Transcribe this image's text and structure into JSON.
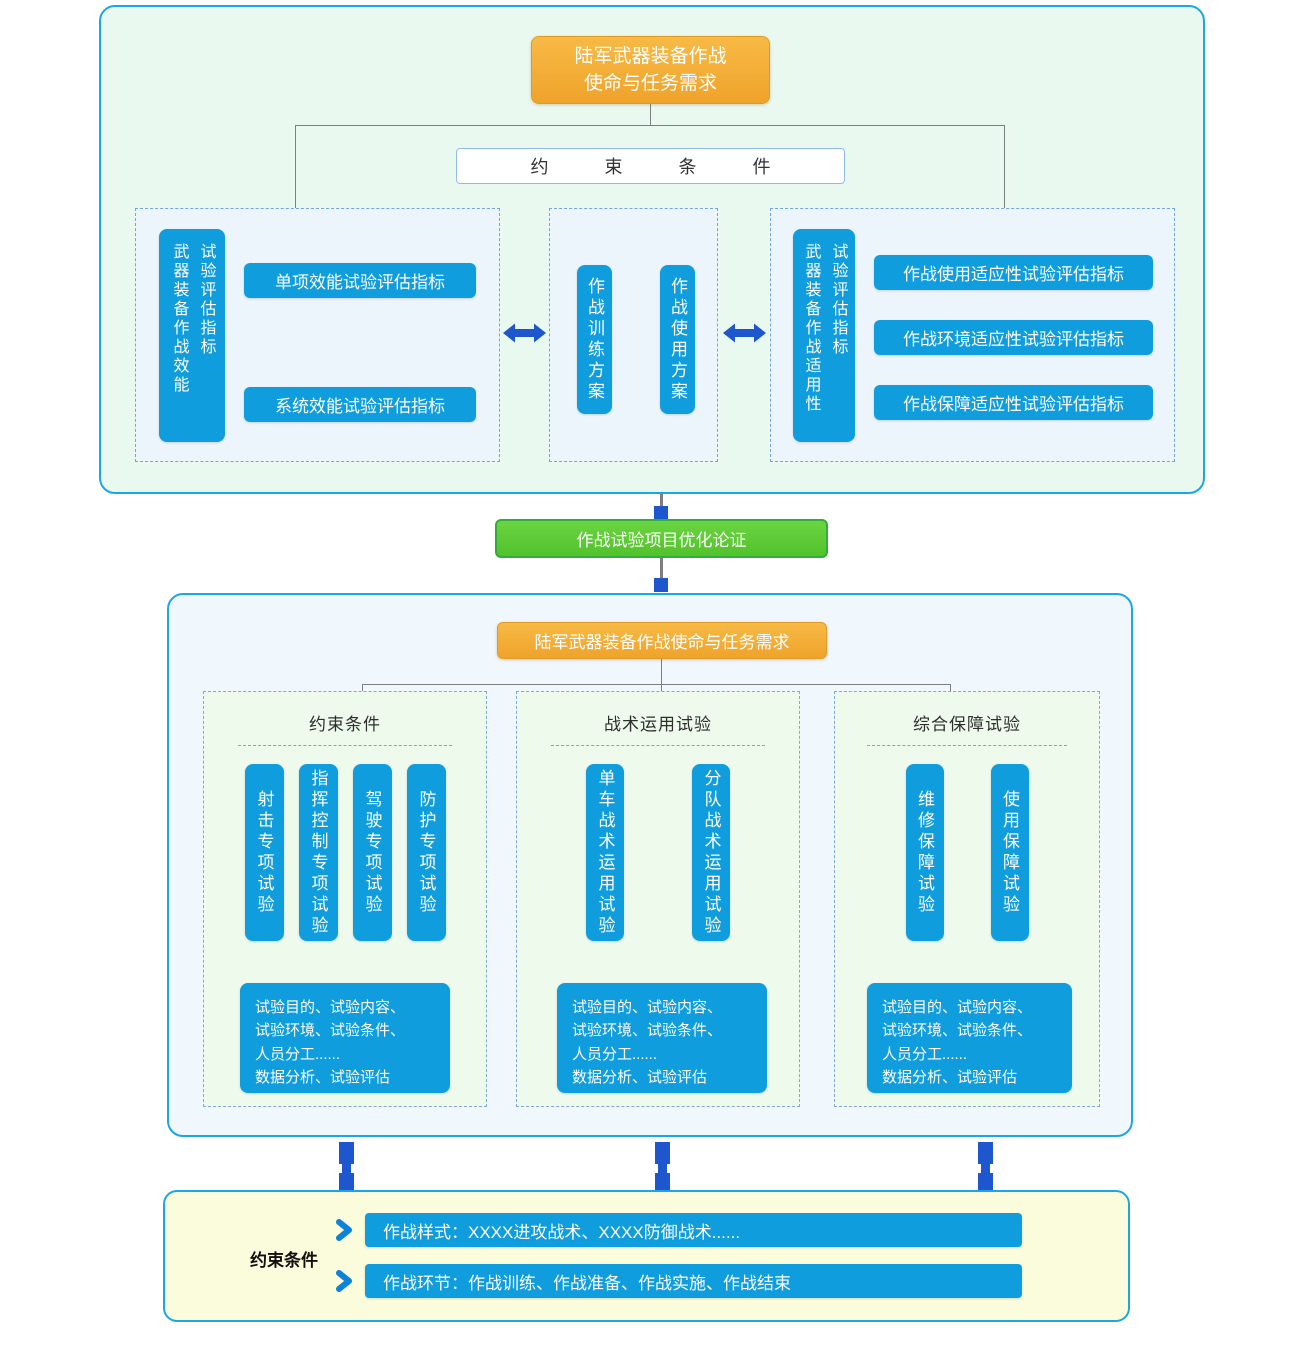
{
  "colors": {
    "node_blue": "#0F9DDE",
    "royal_blue": "#1E56CE",
    "orange": "#F2A833",
    "green": "#5CCB35",
    "container_border": "#1BA7E6"
  },
  "top_section": {
    "title_line1": "陆军武器装备作战",
    "title_line2": "使命与任务需求",
    "constraint_label": "约束条件",
    "effectiveness_panel": {
      "tag_col_left": "武器装备作战效能",
      "tag_col_right": "试验评估指标",
      "items": [
        "单项效能试验评估指标",
        "系统效能试验评估指标"
      ]
    },
    "plan_panel": {
      "items": [
        "作战训练方案",
        "作战使用方案"
      ]
    },
    "suitability_panel": {
      "tag_col_left": "武器装备作战适用性",
      "tag_col_right": "试验评估指标",
      "items": [
        "作战使用适应性试验评估指标",
        "作战环境适应性试验评估指标",
        "作战保障适应性试验评估指标"
      ]
    }
  },
  "optimization": {
    "label": "作战试验项目优化论证"
  },
  "middle_section": {
    "title": "陆军武器装备作战使命与任务需求",
    "columns": [
      {
        "header": "约束条件",
        "tests": [
          "射击专项试验",
          "指挥控制专项试验",
          "驾驶专项试验",
          "防护专项试验"
        ],
        "details": [
          "试验目的、试验内容、",
          "试验环境、试验条件、",
          "人员分工......",
          "数据分析、试验评估"
        ]
      },
      {
        "header": "战术运用试验",
        "tests": [
          "单车战术运用试验",
          "分队战术运用试验"
        ],
        "details": [
          "试验目的、试验内容、",
          "试验环境、试验条件、",
          "人员分工......",
          "数据分析、试验评估"
        ]
      },
      {
        "header": "综合保障试验",
        "tests": [
          "维修保障试验",
          "使用保障试验"
        ],
        "details": [
          "试验目的、试验内容、",
          "试验环境、试验条件、",
          "人员分工......",
          "数据分析、试验评估"
        ]
      }
    ]
  },
  "bottom_section": {
    "label": "约束条件",
    "rows": [
      "作战样式：XXXX进攻战术、XXXX防御战术......",
      "作战环节：作战训练、作战准备、作战实施、作战结束"
    ]
  }
}
